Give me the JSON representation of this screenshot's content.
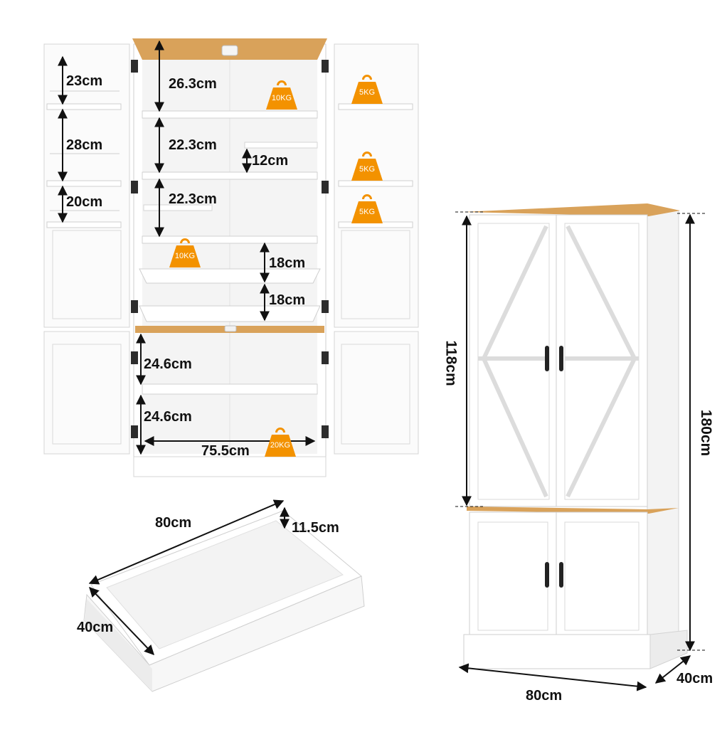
{
  "accent_color": "#f39200",
  "wood_color": "#d9a25a",
  "open_cabinet": {
    "left_door_labels": [
      "23cm",
      "28cm",
      "20cm"
    ],
    "upper_shelf_labels": [
      "26.3cm",
      "22.3cm",
      "22.3cm"
    ],
    "small_shelf_label": "12cm",
    "drawer_labels": [
      "18cm",
      "18cm"
    ],
    "lower_shelf_labels": [
      "24.6cm",
      "24.6cm"
    ],
    "inner_width_label": "75.5cm",
    "weights": [
      "10KG",
      "10KG",
      "20KG"
    ],
    "door_weights": [
      "5KG",
      "5KG",
      "5KG"
    ]
  },
  "drawer_view": {
    "length_label": "80cm",
    "depth_label": "40cm",
    "height_label": "11.5cm"
  },
  "closed_cabinet": {
    "upper_height_label": "118cm",
    "total_height_label": "180cm",
    "width_label": "80cm",
    "depth_label": "40cm",
    "icon": "double-door-cabinet"
  }
}
